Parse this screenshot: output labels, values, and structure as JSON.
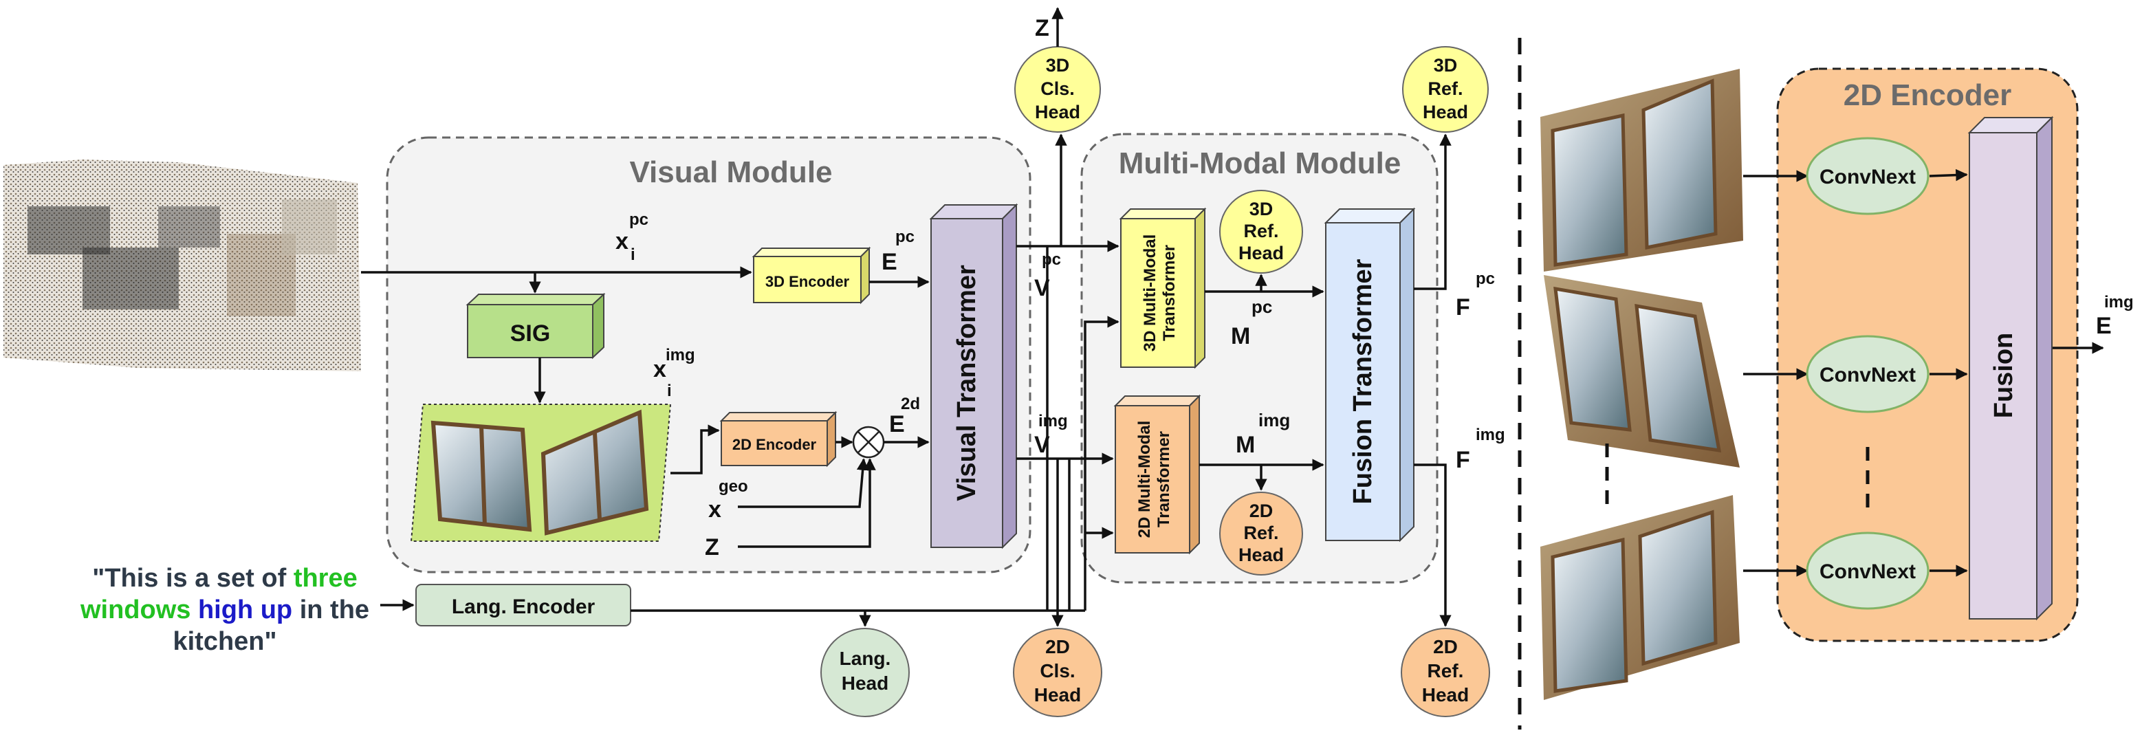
{
  "modules": {
    "visual_title": "Visual Module",
    "multimodal_title": "Multi-Modal Module",
    "encoder2d_title": "2D Encoder"
  },
  "blocks": {
    "sig": "SIG",
    "encoder_3d": "3D Encoder",
    "encoder_2d": "2D Encoder",
    "visual_transformer": "Visual Transformer",
    "mm3d_line1": "3D Multi-Modal",
    "mm3d_line2": "Transformer",
    "mm2d_line1": "2D Multi-Modal",
    "mm2d_line2": "Transformer",
    "fusion_transformer": "Fusion Transformer",
    "lang_encoder": "Lang. Encoder",
    "convnext_1": "ConvNext",
    "convnext_2": "ConvNext",
    "convnext_3": "ConvNext",
    "fusion": "Fusion"
  },
  "heads": {
    "cls3d": [
      "3D",
      "Cls.",
      "Head"
    ],
    "ref3d_top": [
      "3D",
      "Ref.",
      "Head"
    ],
    "ref3d_inner": [
      "3D",
      "Ref.",
      "Head"
    ],
    "ref2d_inner": [
      "2D",
      "Ref.",
      "Head"
    ],
    "lang": [
      "Lang.",
      "Head"
    ],
    "cls2d": [
      "2D",
      "Cls.",
      "Head"
    ],
    "ref2d_bottom": [
      "2D",
      "Ref.",
      "Head"
    ]
  },
  "symbols": {
    "z_top": "Z",
    "x_pc_main": "x",
    "x_pc_sub": "i",
    "x_pc_sup": "pc",
    "e_pc_main": "E",
    "e_pc_sup": "pc",
    "x_img_main": "x",
    "x_img_sub": "i",
    "x_img_sup": "img",
    "e_2d_main": "E",
    "e_2d_sup": "2d",
    "x_geo_main": "x",
    "x_geo_sup": "geo",
    "z_bottom": "Z",
    "v_pc_main": "V",
    "v_pc_sup": "pc",
    "v_img_main": "V",
    "v_img_sup": "img",
    "m_pc_main": "M",
    "m_pc_sup": "pc",
    "m_img_main": "M",
    "m_img_sup": "img",
    "f_pc_main": "F",
    "f_pc_sup": "pc",
    "f_img_main": "F",
    "f_img_sup": "img",
    "e_img_main": "E",
    "e_img_sup": "img",
    "multiply": "⊗"
  },
  "query": {
    "part1": "\"This is a set of ",
    "highlight1": "three",
    "part2": " windows",
    "highlight2": "high up",
    "part3": " in the kitchen\""
  },
  "colors": {
    "module_bg": "#f3f3f3",
    "encoder_bg": "#fbc896",
    "yellow_head": "#ffff99",
    "orange_head": "#fbc896",
    "green_head": "#d6e8d4",
    "purple_block": "#cdc6dd",
    "blue_block": "#dae8fc",
    "sig_green": "#b7e08a",
    "view_bg": "#cbe77f"
  }
}
